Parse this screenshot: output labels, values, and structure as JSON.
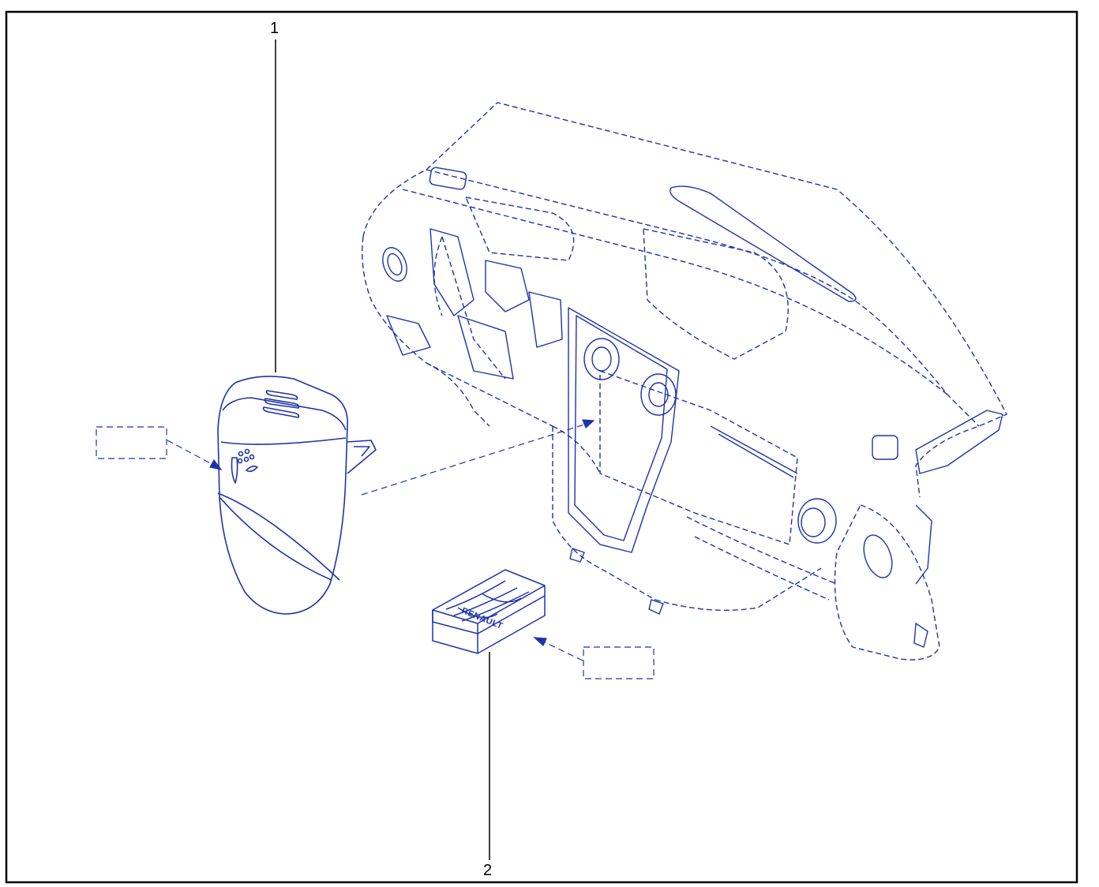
{
  "diagram": {
    "callouts": [
      {
        "id": "1",
        "label": "1"
      },
      {
        "id": "2",
        "label": "2"
      }
    ],
    "part_branding": "RENAULT",
    "colors": {
      "line": "#1f33a8",
      "frame": "#000000",
      "leader": "#000000",
      "background": "#ffffff"
    }
  }
}
